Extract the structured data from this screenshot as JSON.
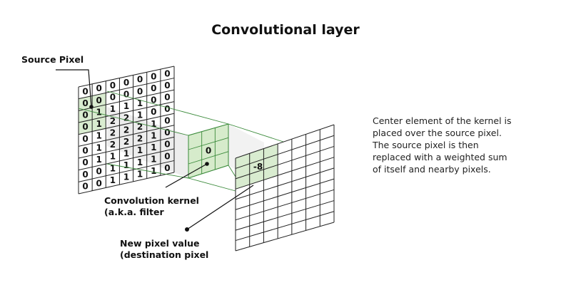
{
  "title": "Convolutional layer",
  "labels": {
    "source_pixel": "Source Pixel",
    "kernel_line1": "Convolution kernel",
    "kernel_line2": "(a.k.a. filter",
    "dest_line1": "New pixel value",
    "dest_line2": "(destination pixel"
  },
  "description": [
    "Center element of the kernel is",
    "placed over the source pixel.",
    "The source pixel is then",
    "replaced with a weighted sum",
    "of itself and nearby pixels."
  ],
  "source_grid": [
    [
      "0",
      "0",
      "0",
      "0",
      "0",
      "0",
      "0"
    ],
    [
      "0",
      "0",
      "0",
      "0",
      "0",
      "0",
      "0"
    ],
    [
      "0",
      "1",
      "1",
      "1",
      "1",
      "0",
      "0"
    ],
    [
      "0",
      "1",
      "2",
      "2",
      "1",
      "0",
      "0"
    ],
    [
      "0",
      "1",
      "2",
      "2",
      "2",
      "1",
      "0"
    ],
    [
      "0",
      "1",
      "2",
      "2",
      "2",
      "1",
      "0"
    ],
    [
      "0",
      "1",
      "1",
      "1",
      "1",
      "1",
      "0"
    ],
    [
      "0",
      "0",
      "1",
      "1",
      "1",
      "1",
      "0"
    ],
    [
      "0",
      "0",
      "1",
      "1",
      "1",
      "1",
      "0"
    ]
  ],
  "kernel_center_value": "0",
  "destination_value": "-8",
  "colors": {
    "grid_line": "#222222",
    "highlight_fill": "#d9ecd0",
    "kernel_fill": "#cfe8c2",
    "kernel_stroke": "#3a8a3a",
    "connector": "#3a8a3a",
    "beam": "#e9e9e9"
  }
}
